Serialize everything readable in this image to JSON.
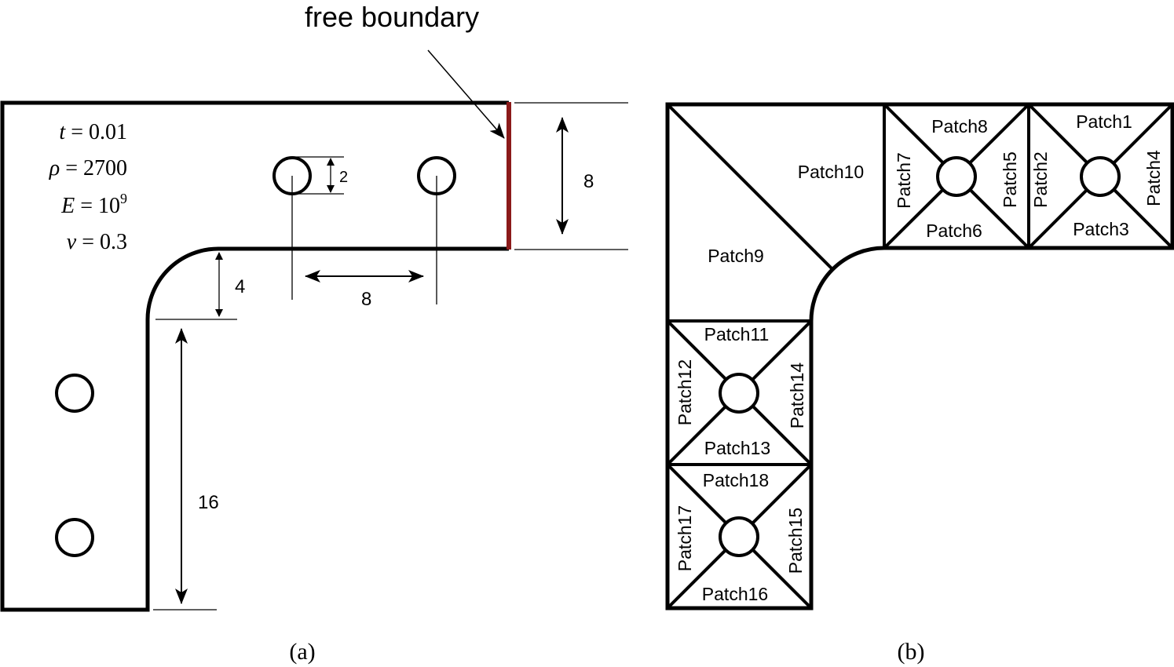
{
  "panel_a": {
    "caption": "(a)",
    "annotation": "free boundary",
    "params": {
      "t": {
        "symbol": "t",
        "eq": " = 0.01"
      },
      "rho": {
        "symbol": "ρ",
        "eq": " = 2700"
      },
      "E": {
        "symbol": "E",
        "eq": " = 10",
        "sup": "9"
      },
      "nu": {
        "symbol": "ν",
        "eq": " = 0.3"
      }
    },
    "dimensions": {
      "hole_diameter": "2",
      "arm_height": "8",
      "hole_spacing": "8",
      "fillet_radius": "4",
      "leg_length": "16"
    },
    "colors": {
      "outline": "#000000",
      "free_boundary": "#8b1a1a"
    }
  },
  "panel_b": {
    "caption": "(b)",
    "patches": {
      "p1": "Patch1",
      "p2": "Patch2",
      "p3": "Patch3",
      "p4": "Patch4",
      "p5": "Patch5",
      "p6": "Patch6",
      "p7": "Patch7",
      "p8": "Patch8",
      "p9": "Patch9",
      "p10": "Patch10",
      "p11": "Patch11",
      "p12": "Patch12",
      "p13": "Patch13",
      "p14": "Patch14",
      "p15": "Patch15",
      "p16": "Patch16",
      "p17": "Patch17",
      "p18": "Patch18"
    }
  }
}
